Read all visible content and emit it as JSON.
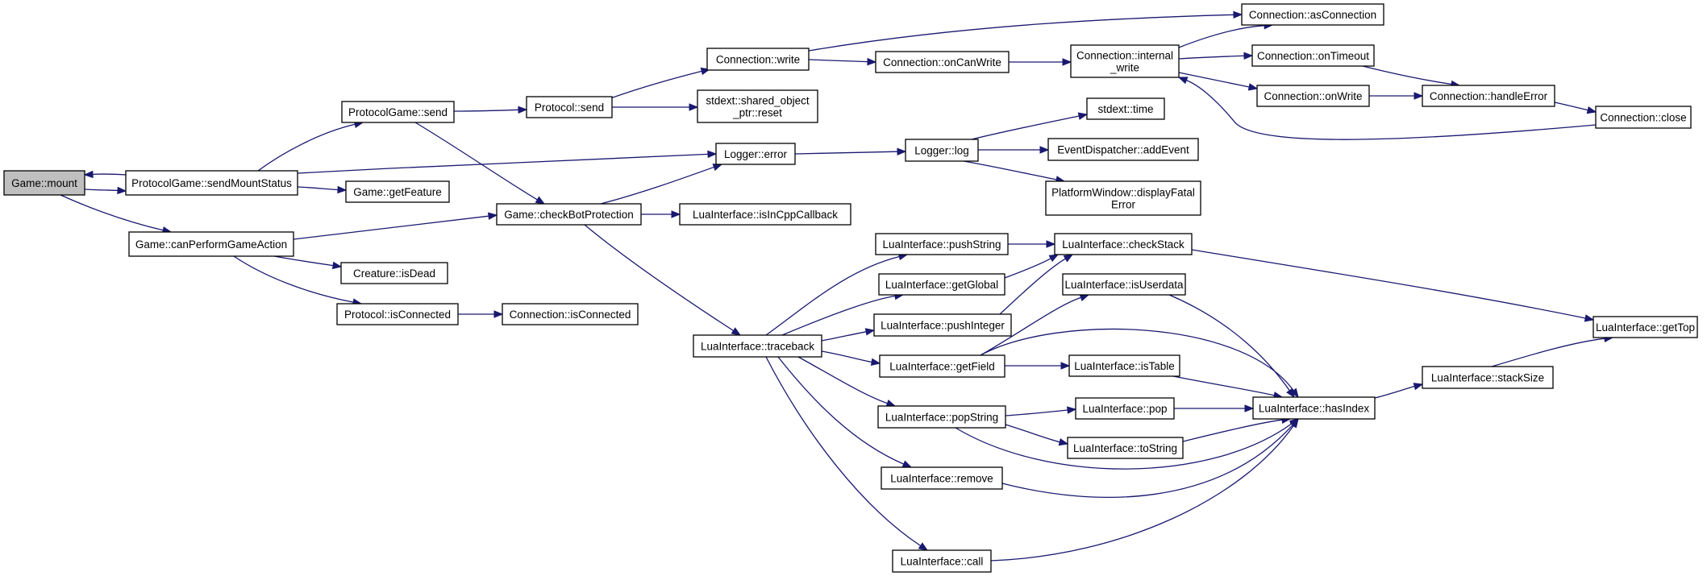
{
  "graph": {
    "type": "call-graph",
    "colors": {
      "edge": "#191970",
      "root_fill": "#bfbfbf",
      "node_fill": "#ffffff",
      "node_border": "#000000"
    },
    "nodes": [
      {
        "id": "game_mount",
        "lines": [
          "Game::mount"
        ],
        "root": true
      },
      {
        "id": "pg_sendMountStatus",
        "lines": [
          "ProtocolGame::sendMountStatus"
        ]
      },
      {
        "id": "game_canPerform",
        "lines": [
          "Game::canPerformGameAction"
        ]
      },
      {
        "id": "pg_send",
        "lines": [
          "ProtocolGame::send"
        ]
      },
      {
        "id": "game_getFeature",
        "lines": [
          "Game::getFeature"
        ]
      },
      {
        "id": "creature_isDead",
        "lines": [
          "Creature::isDead"
        ]
      },
      {
        "id": "protocol_isConnected",
        "lines": [
          "Protocol::isConnected"
        ]
      },
      {
        "id": "protocol_send",
        "lines": [
          "Protocol::send"
        ]
      },
      {
        "id": "game_checkBot",
        "lines": [
          "Game::checkBotProtection"
        ]
      },
      {
        "id": "conn_isConnected",
        "lines": [
          "Connection::isConnected"
        ]
      },
      {
        "id": "conn_write",
        "lines": [
          "Connection::write"
        ]
      },
      {
        "id": "stdext_reset",
        "lines": [
          "stdext::shared_object",
          "_ptr::reset"
        ]
      },
      {
        "id": "logger_error",
        "lines": [
          "Logger::error"
        ]
      },
      {
        "id": "lua_isInCpp",
        "lines": [
          "LuaInterface::isInCppCallback"
        ]
      },
      {
        "id": "lua_traceback",
        "lines": [
          "LuaInterface::traceback"
        ]
      },
      {
        "id": "conn_onCanWrite",
        "lines": [
          "Connection::onCanWrite"
        ]
      },
      {
        "id": "logger_log",
        "lines": [
          "Logger::log"
        ]
      },
      {
        "id": "lua_pushString",
        "lines": [
          "LuaInterface::pushString"
        ]
      },
      {
        "id": "lua_getGlobal",
        "lines": [
          "LuaInterface::getGlobal"
        ]
      },
      {
        "id": "lua_pushInteger",
        "lines": [
          "LuaInterface::pushInteger"
        ]
      },
      {
        "id": "lua_getField",
        "lines": [
          "LuaInterface::getField"
        ]
      },
      {
        "id": "lua_popString",
        "lines": [
          "LuaInterface::popString"
        ]
      },
      {
        "id": "lua_remove",
        "lines": [
          "LuaInterface::remove"
        ]
      },
      {
        "id": "lua_call",
        "lines": [
          "LuaInterface::call"
        ]
      },
      {
        "id": "conn_internalWrite",
        "lines": [
          "Connection::internal",
          "_write"
        ]
      },
      {
        "id": "stdext_time",
        "lines": [
          "stdext::time"
        ]
      },
      {
        "id": "ed_addEvent",
        "lines": [
          "EventDispatcher::addEvent"
        ]
      },
      {
        "id": "pw_displayFatal",
        "lines": [
          "PlatformWindow::displayFatal",
          "Error"
        ]
      },
      {
        "id": "lua_checkStack",
        "lines": [
          "LuaInterface::checkStack"
        ]
      },
      {
        "id": "lua_isUserdata",
        "lines": [
          "LuaInterface::isUserdata"
        ]
      },
      {
        "id": "lua_isTable",
        "lines": [
          "LuaInterface::isTable"
        ]
      },
      {
        "id": "lua_pop",
        "lines": [
          "LuaInterface::pop"
        ]
      },
      {
        "id": "lua_toString",
        "lines": [
          "LuaInterface::toString"
        ]
      },
      {
        "id": "conn_asConnection",
        "lines": [
          "Connection::asConnection"
        ]
      },
      {
        "id": "conn_onTimeout",
        "lines": [
          "Connection::onTimeout"
        ]
      },
      {
        "id": "conn_onWrite",
        "lines": [
          "Connection::onWrite"
        ]
      },
      {
        "id": "conn_handleError",
        "lines": [
          "Connection::handleError"
        ]
      },
      {
        "id": "lua_hasIndex",
        "lines": [
          "LuaInterface::hasIndex"
        ]
      },
      {
        "id": "conn_close",
        "lines": [
          "Connection::close"
        ]
      },
      {
        "id": "lua_stackSize",
        "lines": [
          "LuaInterface::stackSize"
        ]
      },
      {
        "id": "lua_getTop",
        "lines": [
          "LuaInterface::getTop"
        ]
      }
    ],
    "edges": [
      [
        "game_mount",
        "pg_sendMountStatus"
      ],
      [
        "pg_sendMountStatus",
        "game_mount"
      ],
      [
        "game_mount",
        "game_canPerform"
      ],
      [
        "pg_sendMountStatus",
        "pg_send"
      ],
      [
        "pg_sendMountStatus",
        "game_getFeature"
      ],
      [
        "pg_sendMountStatus",
        "logger_error"
      ],
      [
        "game_canPerform",
        "game_checkBot"
      ],
      [
        "game_canPerform",
        "creature_isDead"
      ],
      [
        "game_canPerform",
        "protocol_isConnected"
      ],
      [
        "pg_send",
        "protocol_send"
      ],
      [
        "pg_send",
        "game_checkBot"
      ],
      [
        "protocol_isConnected",
        "conn_isConnected"
      ],
      [
        "protocol_send",
        "conn_write"
      ],
      [
        "protocol_send",
        "stdext_reset"
      ],
      [
        "game_checkBot",
        "logger_error"
      ],
      [
        "game_checkBot",
        "lua_isInCpp"
      ],
      [
        "game_checkBot",
        "lua_traceback"
      ],
      [
        "conn_write",
        "conn_asConnection"
      ],
      [
        "conn_write",
        "conn_onCanWrite"
      ],
      [
        "conn_onCanWrite",
        "conn_internalWrite"
      ],
      [
        "conn_internalWrite",
        "conn_asConnection"
      ],
      [
        "conn_internalWrite",
        "conn_onTimeout"
      ],
      [
        "conn_internalWrite",
        "conn_onWrite"
      ],
      [
        "conn_onTimeout",
        "conn_handleError"
      ],
      [
        "conn_onWrite",
        "conn_handleError"
      ],
      [
        "conn_handleError",
        "conn_close"
      ],
      [
        "conn_close",
        "conn_internalWrite"
      ],
      [
        "logger_error",
        "logger_log"
      ],
      [
        "logger_log",
        "stdext_time"
      ],
      [
        "logger_log",
        "ed_addEvent"
      ],
      [
        "logger_log",
        "pw_displayFatal"
      ],
      [
        "lua_traceback",
        "lua_pushString"
      ],
      [
        "lua_traceback",
        "lua_getGlobal"
      ],
      [
        "lua_traceback",
        "lua_pushInteger"
      ],
      [
        "lua_traceback",
        "lua_getField"
      ],
      [
        "lua_traceback",
        "lua_popString"
      ],
      [
        "lua_traceback",
        "lua_remove"
      ],
      [
        "lua_traceback",
        "lua_call"
      ],
      [
        "lua_pushString",
        "lua_checkStack"
      ],
      [
        "lua_getGlobal",
        "lua_checkStack"
      ],
      [
        "lua_pushInteger",
        "lua_checkStack"
      ],
      [
        "lua_getField",
        "lua_isUserdata"
      ],
      [
        "lua_getField",
        "lua_isTable"
      ],
      [
        "lua_getField",
        "lua_hasIndex"
      ],
      [
        "lua_popString",
        "lua_pop"
      ],
      [
        "lua_popString",
        "lua_toString"
      ],
      [
        "lua_popString",
        "lua_hasIndex"
      ],
      [
        "lua_remove",
        "lua_hasIndex"
      ],
      [
        "lua_call",
        "lua_hasIndex"
      ],
      [
        "lua_checkStack",
        "lua_getTop"
      ],
      [
        "lua_isUserdata",
        "lua_hasIndex"
      ],
      [
        "lua_isTable",
        "lua_hasIndex"
      ],
      [
        "lua_pop",
        "lua_hasIndex"
      ],
      [
        "lua_toString",
        "lua_hasIndex"
      ],
      [
        "lua_hasIndex",
        "lua_stackSize"
      ],
      [
        "lua_stackSize",
        "lua_getTop"
      ]
    ]
  }
}
